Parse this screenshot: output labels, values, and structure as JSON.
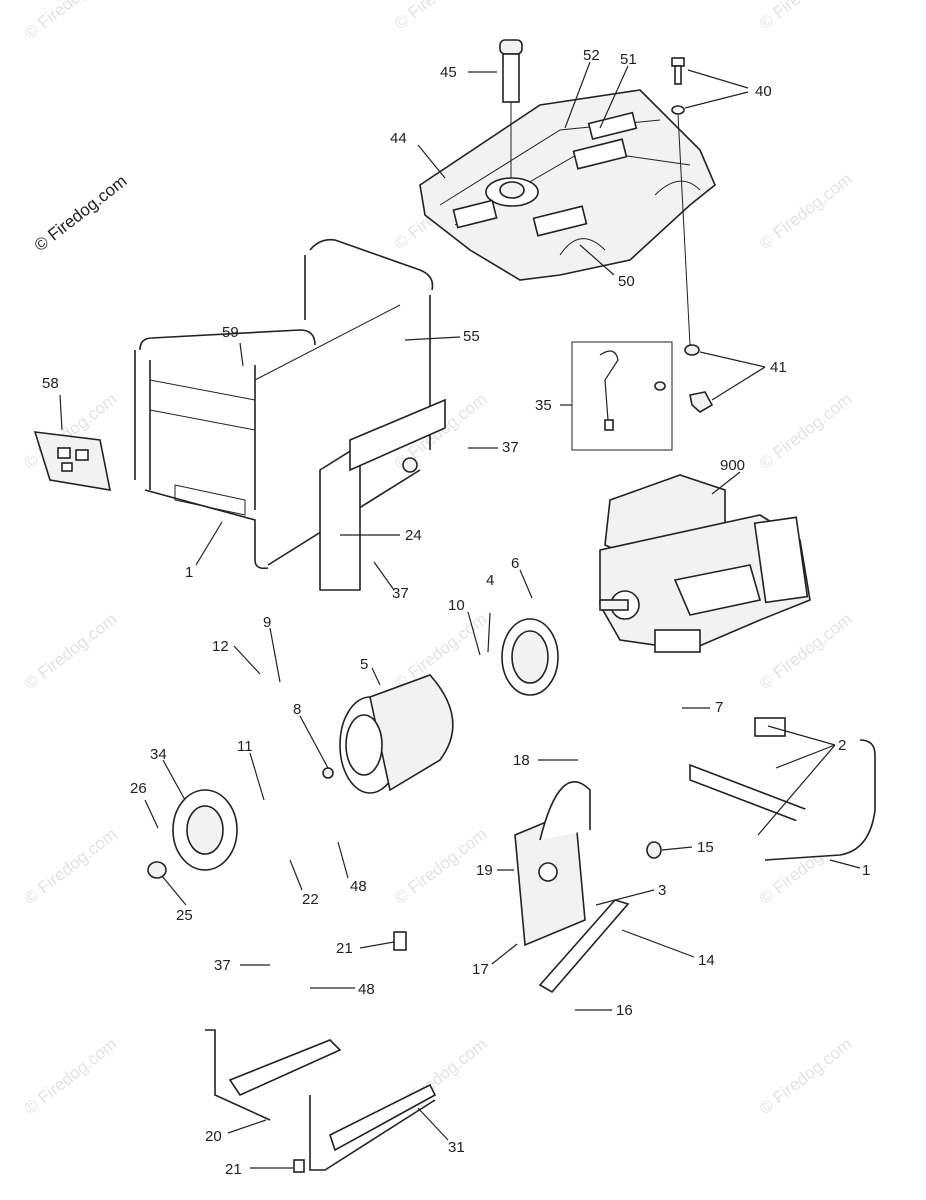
{
  "watermark": "© Firedog.com",
  "callouts": {
    "c45": "45",
    "c52": "52",
    "c51": "51",
    "c40": "40",
    "c44": "44",
    "c50": "50",
    "c59": "59",
    "c55": "55",
    "c41": "41",
    "c58": "58",
    "c35": "35",
    "c37a": "37",
    "c900": "900",
    "c24": "24",
    "c1a": "1",
    "c37b": "37",
    "c6": "6",
    "c4": "4",
    "c10": "10",
    "c12": "12",
    "c9": "9",
    "c5": "5",
    "c7": "7",
    "c8": "8",
    "c2": "2",
    "c11": "11",
    "c34": "34",
    "c26": "26",
    "c18": "18",
    "c15": "15",
    "c1b": "1",
    "c22": "22",
    "c48a": "48",
    "c19": "19",
    "c25": "25",
    "c3": "3",
    "c21a": "21",
    "c14": "14",
    "c17": "17",
    "c37c": "37",
    "c48b": "48",
    "c16": "16",
    "c20": "20",
    "c31": "31",
    "c21b": "21"
  }
}
